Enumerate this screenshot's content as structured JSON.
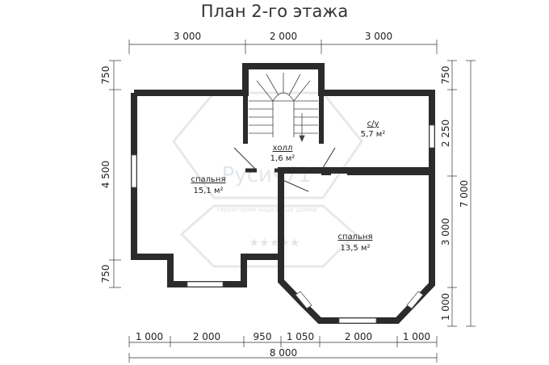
{
  "title": "План 2-го этажа",
  "top_dims": [
    "3 000",
    "2 000",
    "3 000"
  ],
  "left_dims": [
    "750",
    "4 500",
    "750"
  ],
  "right_inner_dims": [
    "750",
    "2 250",
    "3 000",
    "1 000"
  ],
  "right_total": "7 000",
  "bottom_dims": [
    "1 000",
    "2 000",
    "950",
    "1 050",
    "2 000",
    "1 000"
  ],
  "bottom_total": "8 000",
  "rooms": [
    {
      "name": "холл",
      "area": "1,6 м²"
    },
    {
      "name": "с/у",
      "area": "5,7 м²"
    },
    {
      "name": "спальня",
      "area": "15,1 м²"
    },
    {
      "name": "спальня",
      "area": "13,5 м²"
    }
  ],
  "watermark": {
    "brand": "Русич71",
    "tagline": "территория надежных домов"
  },
  "colors": {
    "wall": "#2b2b2b",
    "dimension": "#222222",
    "watermark": "#e4e7ea"
  }
}
